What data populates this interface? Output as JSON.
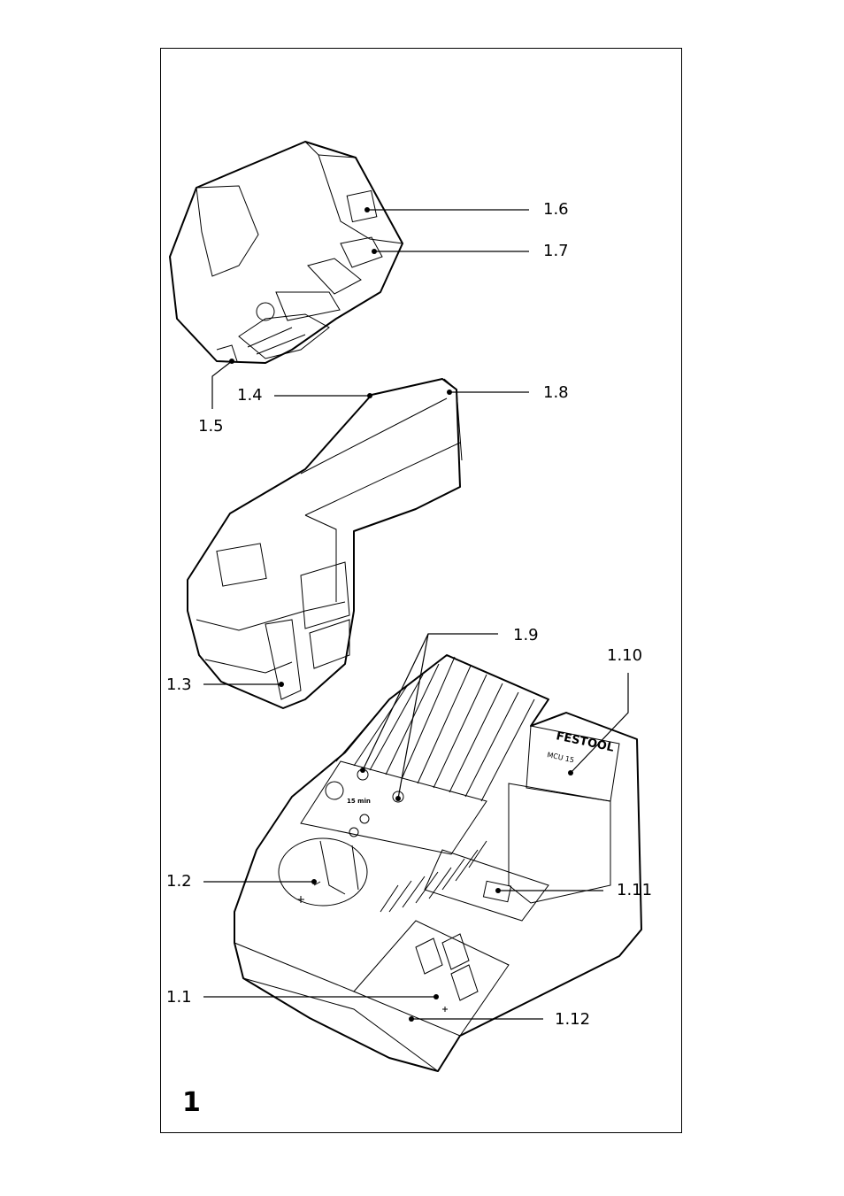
{
  "figure": {
    "number": "1"
  },
  "callouts": {
    "c1_1": "1.1",
    "c1_2": "1.2",
    "c1_3": "1.3",
    "c1_4": "1.4",
    "c1_5": "1.5",
    "c1_6": "1.6",
    "c1_7": "1.7",
    "c1_8": "1.8",
    "c1_9": "1.9",
    "c1_10": "1.10",
    "c1_11": "1.11",
    "c1_12": "1.12"
  },
  "charger_labels": {
    "brand": "FESTOOL",
    "model": "MCU 15",
    "time": "15 min"
  },
  "colors": {
    "line": "#000000",
    "paper": "#ffffff"
  }
}
